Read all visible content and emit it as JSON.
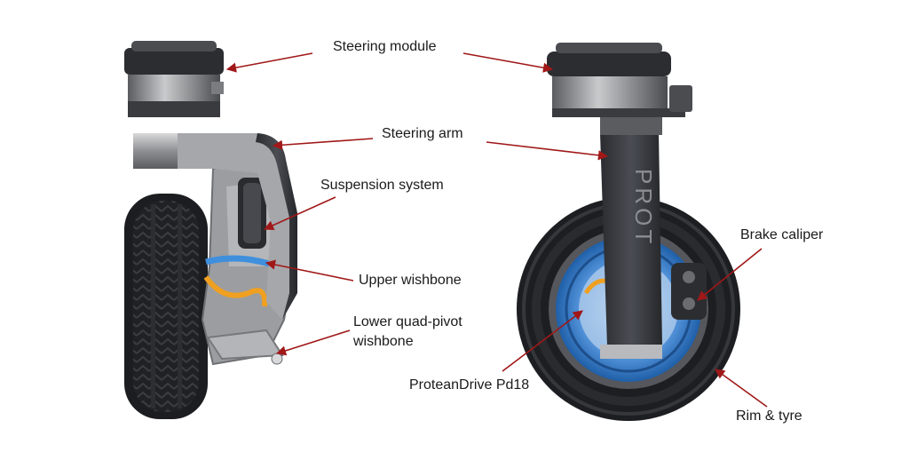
{
  "labels": {
    "steering_module": "Steering module",
    "steering_arm": "Steering arm",
    "suspension_system": "Suspension system",
    "upper_wishbone": "Upper wishbone",
    "lower_wishbone_line1": "Lower quad-pivot",
    "lower_wishbone_line2": "wishbone",
    "protean_drive": "ProteanDrive Pd18",
    "brake_caliper": "Brake caliper",
    "rim_tyre": "Rim & tyre"
  },
  "arm_branding": "PROT",
  "colors": {
    "arrow": "#a01818",
    "motor_blue": "#2f7fd0",
    "hose_orange": "#f0a020",
    "carbon": "#3a3d42"
  }
}
